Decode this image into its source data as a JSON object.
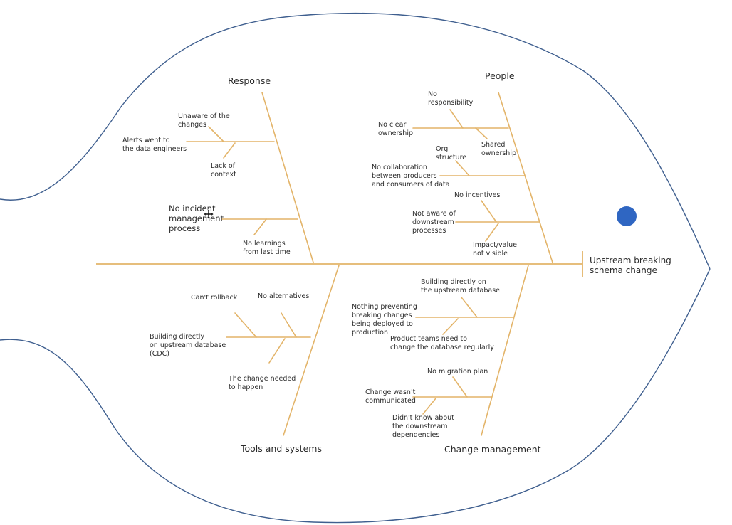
{
  "diagram": {
    "type": "fishbone",
    "head_label": "Upstream breaking\nschema change",
    "categories": [
      {
        "id": "response",
        "label": "Response",
        "causes": [
          {
            "label": "Unaware of the\nchanges"
          },
          {
            "label": "Alerts went to\nthe data engineers"
          },
          {
            "label": "Lack of\ncontext"
          },
          {
            "label": "No incident\nmanagement\nprocess"
          },
          {
            "label": "No learnings\nfrom last time"
          }
        ]
      },
      {
        "id": "people",
        "label": "People",
        "causes": [
          {
            "label": "No\nresponsibility"
          },
          {
            "label": "No clear\nownership"
          },
          {
            "label": "Shared\nownership"
          },
          {
            "label": "Org\nstructure"
          },
          {
            "label": "No collaboration\nbetween producers\nand consumers of data"
          },
          {
            "label": "No incentives"
          },
          {
            "label": "Not aware of\ndownstream\nprocesses"
          },
          {
            "label": "Impact/value\nnot visible"
          }
        ]
      },
      {
        "id": "tools",
        "label": "Tools and systems",
        "causes": [
          {
            "label": "Can't rollback"
          },
          {
            "label": "No alternatives"
          },
          {
            "label": "Building directly\non upstream database\n(CDC)"
          },
          {
            "label": "The change needed\nto happen"
          }
        ]
      },
      {
        "id": "change",
        "label": "Change management",
        "causes": [
          {
            "label": "Building directly on\nthe upstream database"
          },
          {
            "label": "Nothing preventing\nbreaking changes\nbeing deployed to\nproduction"
          },
          {
            "label": "Product teams need to\nchange the database regularly"
          },
          {
            "label": "No migration plan"
          },
          {
            "label": "Change wasn't\ncommunicated"
          },
          {
            "label": "Didn't know about\nthe downstream\ndependencies"
          }
        ]
      }
    ]
  },
  "colors": {
    "outline": "#3f5f8f",
    "bones": "#e3b469",
    "eye": "#2f66c2",
    "text": "#2b2b2b"
  },
  "icons": [
    "fish-eye",
    "move-cursor-icon"
  ]
}
